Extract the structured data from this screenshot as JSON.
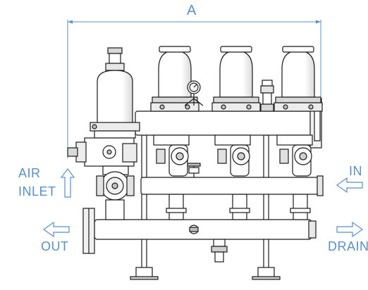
{
  "labels": {
    "dimension": "A",
    "air_line1": "AIR",
    "air_line2": "INLET",
    "inlet": "IN",
    "outlet": "OUT",
    "drain": "DRAIN"
  },
  "colors": {
    "annotation": "#5b8fc9",
    "drawing": "#1a1a1a",
    "shading": "#bfbfbf"
  },
  "icons": {
    "air_inlet": "arrow-up-outline-icon",
    "inlet": "arrow-left-outline-icon",
    "outlet": "arrow-left-outline-icon",
    "drain": "arrow-right-outline-icon"
  }
}
